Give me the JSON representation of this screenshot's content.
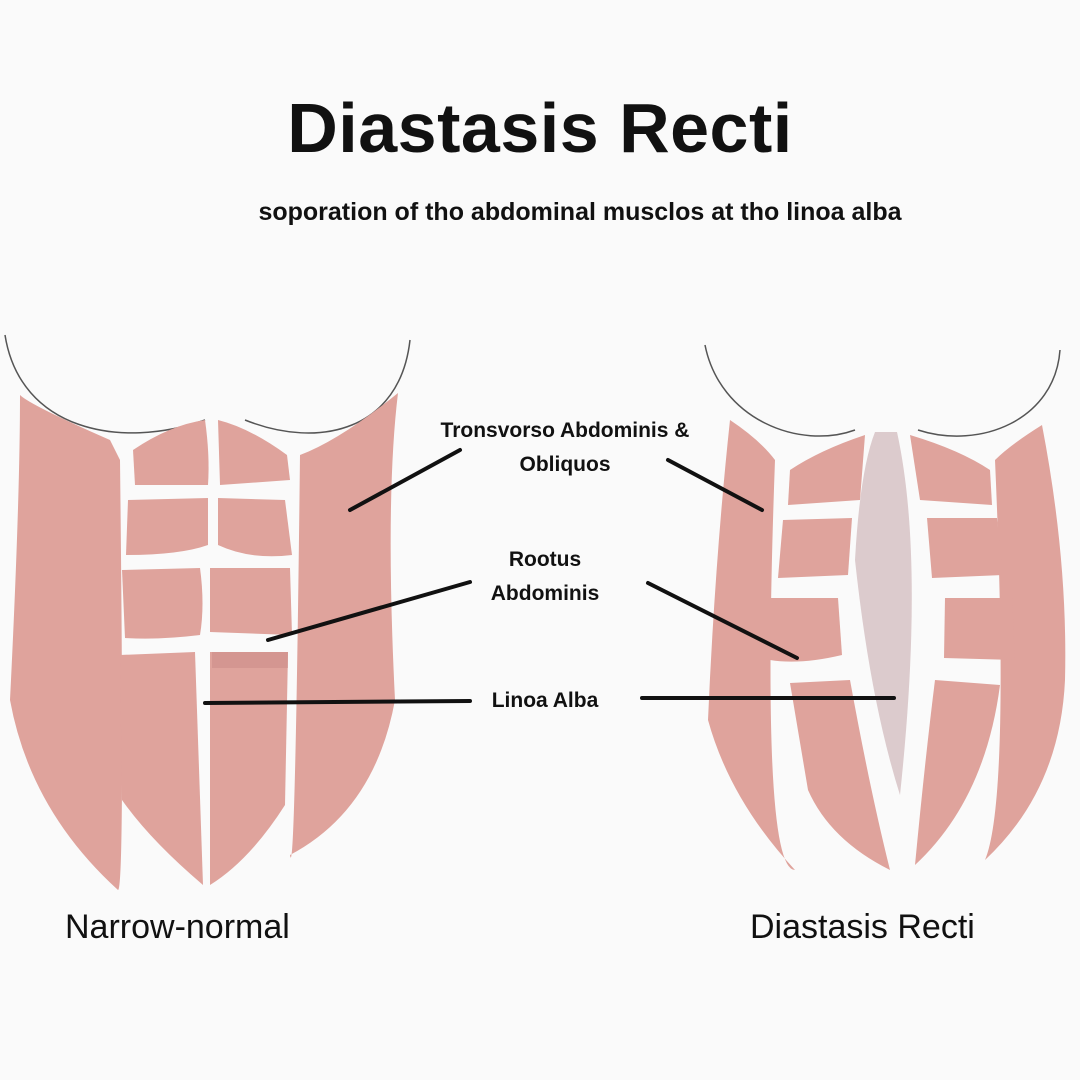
{
  "title": "Diastasis Recti",
  "subtitle": "soporation of tho abdominal musclos at tho linoa alba",
  "labels": {
    "transverse": "Tronsvorso Abdominis & Obliquos",
    "rectus": "Rootus Abdominis",
    "linea": "Linoa Alba"
  },
  "captions": {
    "left": "Narrow-normal",
    "right": "Diastasis Recti"
  },
  "colors": {
    "muscle": "#dfa39c",
    "tissue": "#fbf5ee",
    "gap": "#dccbcd",
    "outline": "#555555",
    "leader": "#111111",
    "background": "#fafafa"
  }
}
